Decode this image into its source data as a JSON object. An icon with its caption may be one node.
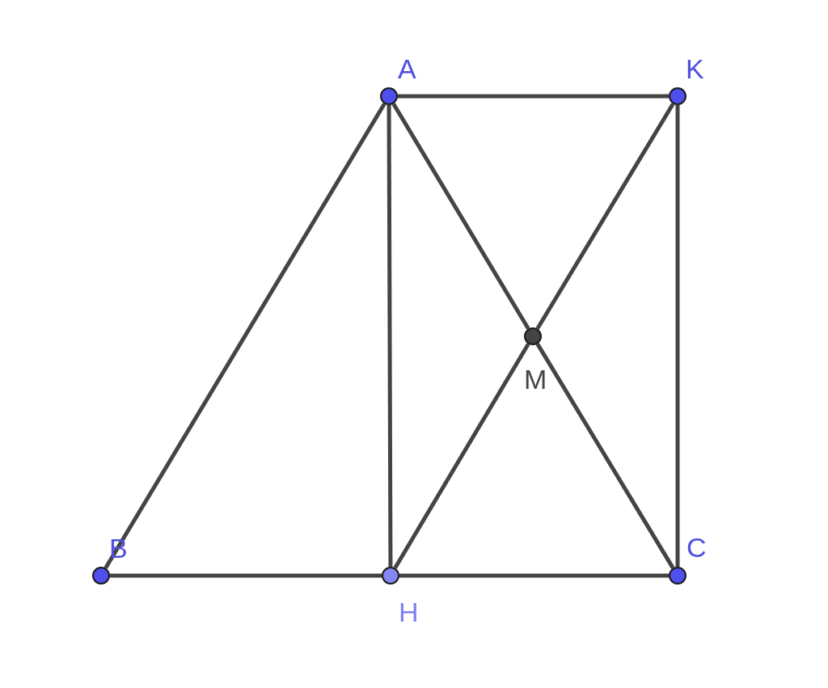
{
  "diagram": {
    "nodes": [
      {
        "text": [],
        "shape": "circle",
        "beside": [
          "A"
        ]
      },
      {
        "text": [],
        "shape": "circle",
        "beside": [
          "K"
        ]
      },
      {
        "text": [],
        "shape": "circle",
        "beside": [
          "M"
        ]
      },
      {
        "text": [],
        "shape": "circle",
        "beside": [
          "B"
        ]
      },
      {
        "text": [],
        "shape": "circle",
        "beside": [
          "H"
        ]
      },
      {
        "text": [],
        "shape": "circle",
        "beside": [
          "C"
        ]
      }
    ],
    "edges": [
      {
        "from": 0,
        "to": 1,
        "arrow": "none"
      },
      {
        "from": 0,
        "to": 3,
        "arrow": "none"
      },
      {
        "from": 0,
        "to": 4,
        "arrow": "none"
      },
      {
        "from": 0,
        "to": 2,
        "arrow": "none"
      },
      {
        "from": 2,
        "to": 5,
        "arrow": "none"
      },
      {
        "from": 1,
        "to": 2,
        "arrow": "none"
      },
      {
        "from": 2,
        "to": 4,
        "arrow": "none"
      },
      {
        "from": 1,
        "to": 5,
        "arrow": "none"
      },
      {
        "from": 3,
        "to": 4,
        "arrow": "none"
      },
      {
        "from": 4,
        "to": 5,
        "arrow": "none"
      }
    ]
  }
}
